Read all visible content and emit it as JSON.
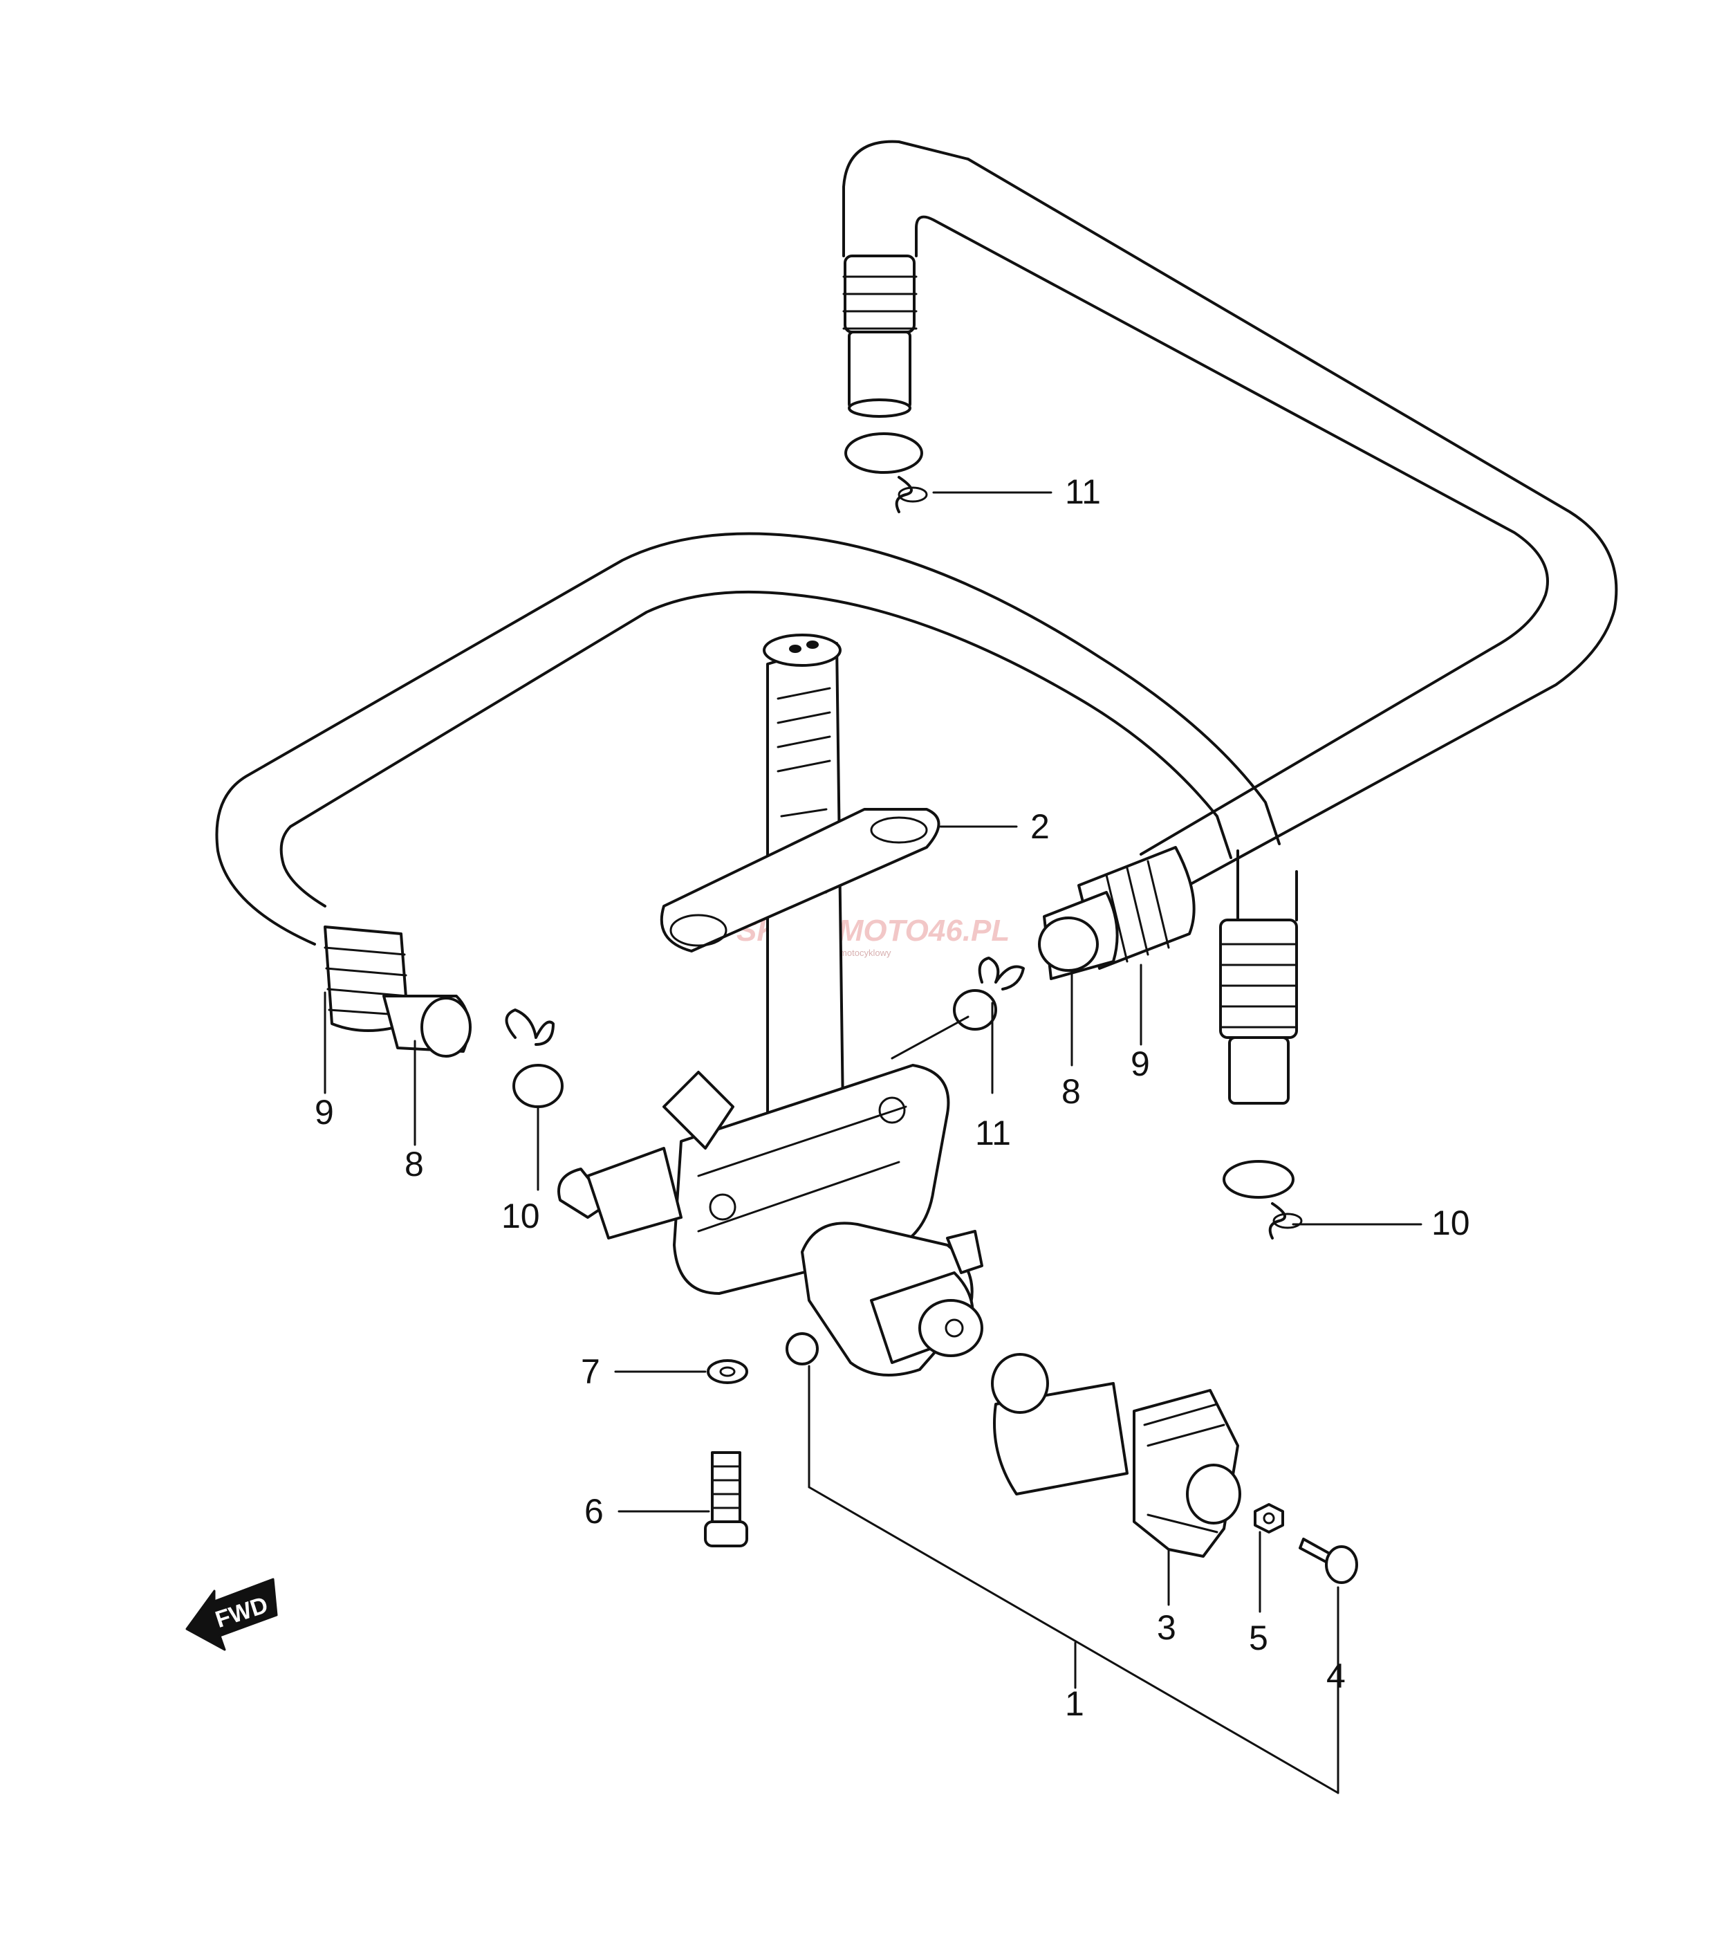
{
  "labels": {
    "l1": "1",
    "l2": "2",
    "l3": "3",
    "l4": "4",
    "l5": "5",
    "l6": "6",
    "l7": "7",
    "l8a": "8",
    "l8b": "8",
    "l9a": "9",
    "l9b": "9",
    "l10a": "10",
    "l10b": "10",
    "l11a": "11",
    "l11b": "11"
  },
  "fwd_arrow": {
    "text": "FWD"
  },
  "watermark": {
    "brand": "SKLEPMOTO46.PL",
    "tagline": "internetowy sklep motocyklowy"
  }
}
